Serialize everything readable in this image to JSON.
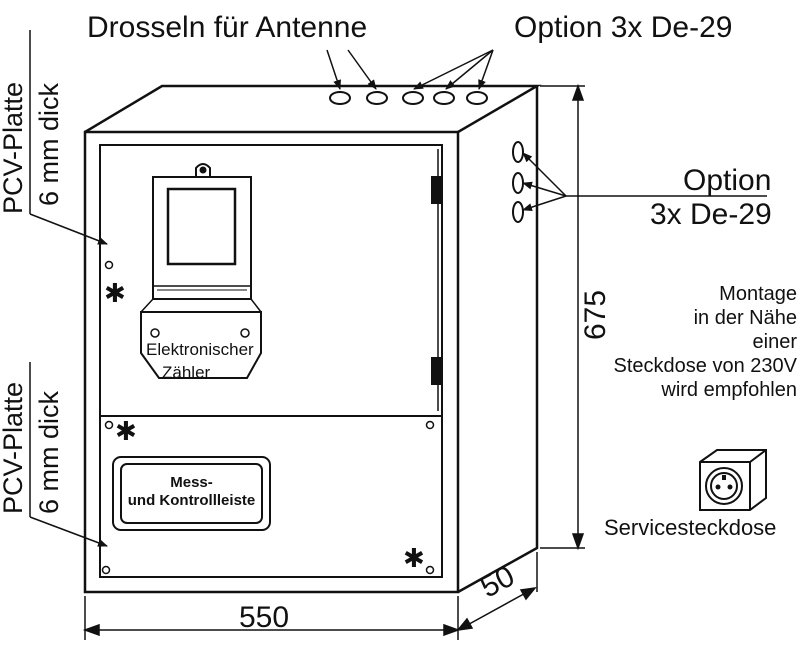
{
  "labels": {
    "drosseln": "Drosseln für Antenne",
    "option_top": "Option 3x De-29",
    "option_right_1": "Option",
    "option_right_2": "3x De-29",
    "pcv_top_1": "PCV-Platte",
    "pcv_top_2": "6 mm dick",
    "pcv_bottom_1": "PCV-Platte",
    "pcv_bottom_2": "6 mm dick",
    "montage": [
      "Montage",
      "in der Nähe",
      "einer",
      "Steckdose von 230V",
      "wird empfohlen"
    ],
    "meter_1": "Elektronischer",
    "meter_2": "Zähler",
    "mess_1": "Mess-",
    "mess_2": "und Kontrollleiste",
    "servicesteckdose": "Servicesteckdose"
  },
  "dimensions": {
    "width": "550",
    "height": "675",
    "depth": "50"
  },
  "colors": {
    "line": "#111111",
    "background": "#ffffff"
  }
}
